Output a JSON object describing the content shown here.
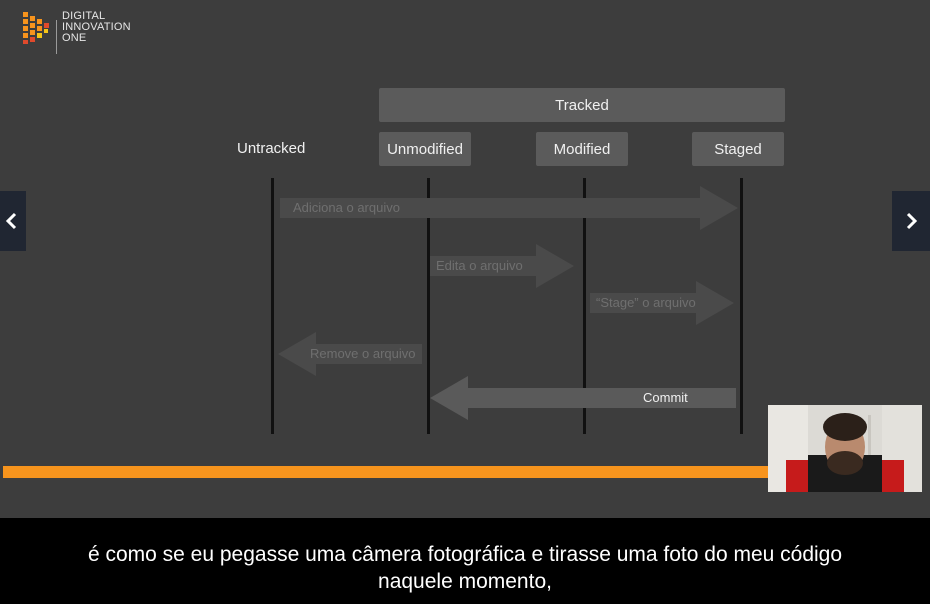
{
  "logo": {
    "line1": "DIGITAL",
    "line2": "INNOVATION",
    "line3": "ONE",
    "icon": "play-triangle-logo-icon"
  },
  "diagram": {
    "tracked_label": "Tracked",
    "states": {
      "untracked": "Untracked",
      "unmodified": "Unmodified",
      "modified": "Modified",
      "staged": "Staged"
    },
    "arrows": {
      "add": "Adiciona o arquivo",
      "edit": "Edita o arquivo",
      "stage": "“Stage” o arquivo",
      "remove": "Remove o arquivo",
      "commit": "Commit"
    }
  },
  "nav": {
    "prev_icon": "chevron-left-icon",
    "next_icon": "chevron-right-icon"
  },
  "progress": {
    "value": 0.83,
    "color": "#f7941d"
  },
  "webcam": {
    "icon": "presenter-webcam"
  },
  "subtitle": {
    "line1": "é como se eu pegasse uma câmera fotográfica e tirasse uma foto do meu código",
    "line2": "naquele momento,"
  },
  "colors": {
    "background": "#3d3d3d",
    "box": "#5b5b5b",
    "accent": "#f7941d"
  }
}
